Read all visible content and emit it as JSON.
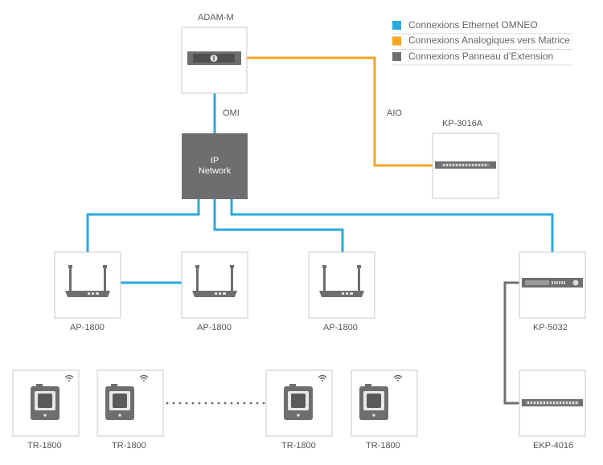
{
  "colors": {
    "ethernet": "#29a9e1",
    "analog": "#f5a623",
    "extension": "#707072",
    "box_border": "#c8c8c8",
    "device": "#6e6e70"
  },
  "legend": [
    {
      "label": "Connexions Ethernet OMNEO",
      "color": "#29a9e1"
    },
    {
      "label": "Connexions Analogiques vers Matrice",
      "color": "#f5a623"
    },
    {
      "label": "Connexions Panneau d’Extension",
      "color": "#707072"
    }
  ],
  "nodes": {
    "adam": {
      "label": "ADAM-M",
      "icon": "rack-unit-icon"
    },
    "network": {
      "line1": "IP",
      "line2": "Network"
    },
    "kp3016": {
      "label": "KP-3016A",
      "icon": "keypanel-icon"
    },
    "ap1": {
      "label": "AP-1800",
      "icon": "access-point-icon"
    },
    "ap2": {
      "label": "AP-1800",
      "icon": "access-point-icon"
    },
    "ap3": {
      "label": "AP-1800",
      "icon": "access-point-icon"
    },
    "kp5032": {
      "label": "KP-5032",
      "icon": "keypanel-icon"
    },
    "ekp4016": {
      "label": "EKP-4016",
      "icon": "extension-panel-icon"
    },
    "tr1": {
      "label": "TR-1800",
      "icon": "beltpack-icon"
    },
    "tr2": {
      "label": "TR-1800",
      "icon": "beltpack-icon"
    },
    "tr3": {
      "label": "TR-1800",
      "icon": "beltpack-icon"
    },
    "tr4": {
      "label": "TR-1800",
      "icon": "beltpack-icon"
    }
  },
  "links": {
    "omi": "OMI",
    "aio": "AIO"
  }
}
